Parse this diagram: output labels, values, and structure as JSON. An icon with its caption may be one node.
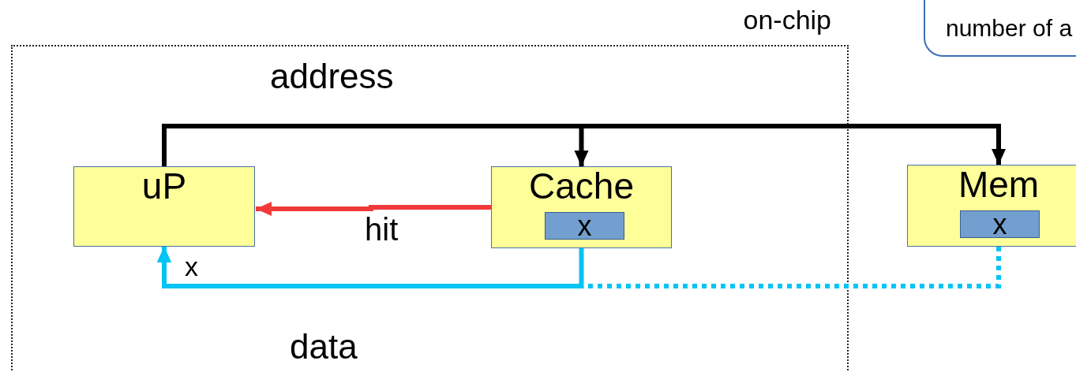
{
  "diagram": {
    "nodes": [
      {
        "text": [
          "on-chip"
        ]
      },
      {
        "text": [
          "uP"
        ],
        "in": 0
      },
      {
        "text": [
          "Cache"
        ],
        "in": 0
      },
      {
        "text": [
          "x"
        ],
        "in": 2
      },
      {
        "text": [
          "Mem"
        ]
      },
      {
        "text": [
          "x"
        ],
        "in": 4
      },
      {
        "text": [
          "number of a"
        ]
      }
    ],
    "edges": [
      {
        "from": 1,
        "to": 2,
        "arrow": "to"
      },
      {
        "from": 1,
        "to": 4,
        "arrow": "to"
      },
      {
        "from": 2,
        "to": 1,
        "arrow": "to",
        "label": "hit",
        "color": "#f03a3a"
      },
      {
        "from": 2,
        "to": 1,
        "arrow": "to",
        "label": "x",
        "color": "#00c4f4"
      },
      {
        "from": 4,
        "to": 1,
        "arrow": "to",
        "style": "dashed",
        "color": "#00c4f4"
      }
    ],
    "labels": [
      "address",
      "data"
    ]
  }
}
